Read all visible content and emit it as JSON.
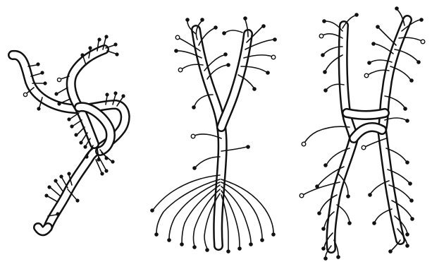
{
  "figure": {
    "panels": [
      {
        "name": "panel-left",
        "ink": "dark"
      },
      {
        "name": "panel-middle",
        "ink": "dark"
      },
      {
        "name": "panel-right",
        "ink": "dark"
      }
    ]
  },
  "colors": {
    "ink": "#111111",
    "paper": "#ffffff"
  }
}
